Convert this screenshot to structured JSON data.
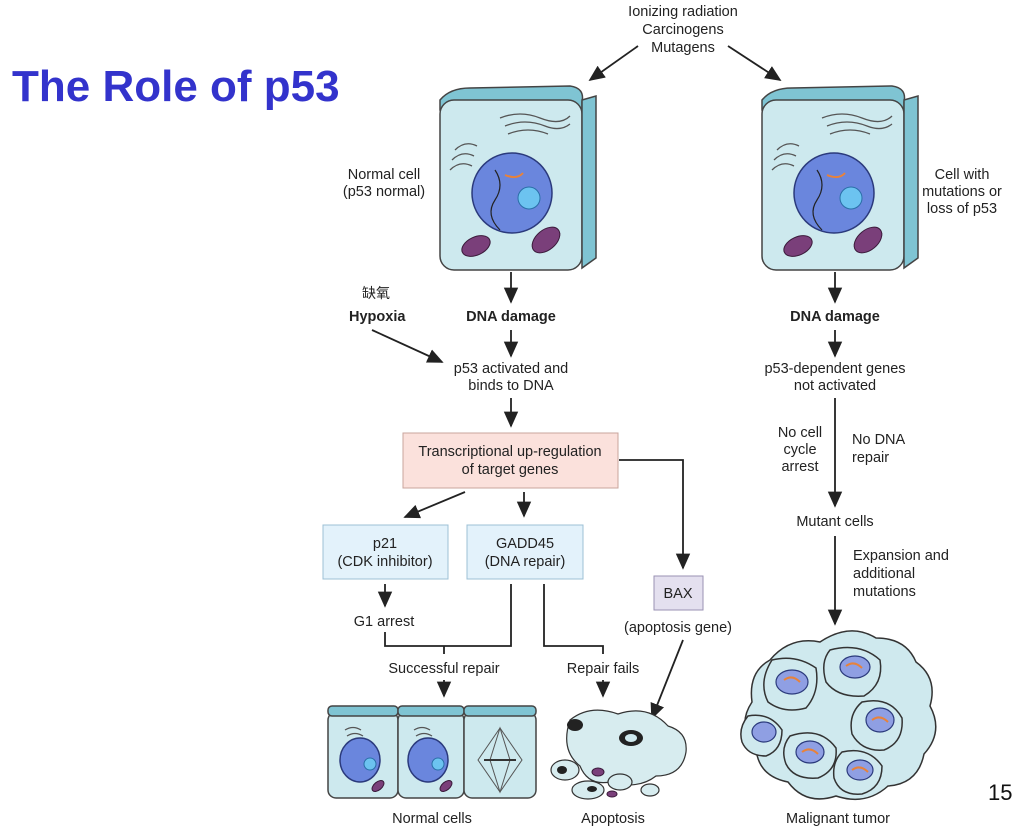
{
  "title": "The Role of p53",
  "page_number": "15",
  "labels": {
    "stimuli": [
      "Ionizing radiation",
      "Carcinogens",
      "Mutagens"
    ],
    "normal_cell": [
      "Normal cell",
      "(p53 normal)"
    ],
    "mutant_cell": [
      "Cell with",
      "mutations or",
      "loss of p53"
    ],
    "hypoxia_zh": "缺氧",
    "hypoxia": "Hypoxia",
    "dna_damage_left": "DNA damage",
    "dna_damage_right": "DNA damage",
    "p53_activated": [
      "p53 activated and",
      "binds to DNA"
    ],
    "p53_not_activated": [
      "p53-dependent genes",
      "not activated"
    ],
    "transcription": [
      "Transcriptional up-regulation",
      "of target genes"
    ],
    "p21": [
      "p21",
      "(CDK inhibitor)"
    ],
    "gadd45": [
      "GADD45",
      "(DNA repair)"
    ],
    "bax": "BAX",
    "bax_desc": "(apoptosis gene)",
    "g1_arrest": "G1 arrest",
    "successful_repair": "Successful repair",
    "repair_fails": "Repair fails",
    "no_cell_cycle_arrest": [
      "No cell",
      "cycle",
      "arrest"
    ],
    "no_dna_repair": [
      "No DNA",
      "repair"
    ],
    "mutant_cells": "Mutant cells",
    "expansion": [
      "Expansion and",
      "additional",
      "mutations"
    ],
    "normal_cells": "Normal cells",
    "apoptosis": "Apoptosis",
    "malignant_tumor": "Malignant tumor"
  }
}
